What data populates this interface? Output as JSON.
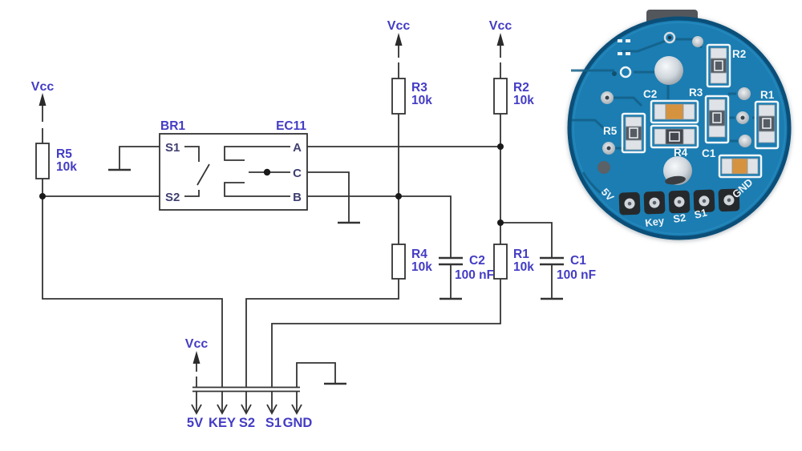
{
  "schematic": {
    "power_net": "Vcc",
    "encoder": {
      "ref": "BR1",
      "part": "EC11",
      "pin_s1": "S1",
      "pin_s2": "S2",
      "pin_a": "A",
      "pin_c": "C",
      "pin_b": "B"
    },
    "r5": {
      "ref": "R5",
      "value": "10k"
    },
    "r3": {
      "ref": "R3",
      "value": "10k"
    },
    "r2": {
      "ref": "R2",
      "value": "10k"
    },
    "r4": {
      "ref": "R4",
      "value": "10k"
    },
    "r1": {
      "ref": "R1",
      "value": "10k"
    },
    "c2": {
      "ref": "C2",
      "value": "100 nF"
    },
    "c1": {
      "ref": "C1",
      "value": "100 nF"
    },
    "connector": {
      "pin1": "5V",
      "pin2": "KEY",
      "pin3": "S2",
      "pin4": "S1",
      "pin5": "GND"
    }
  },
  "pcb": {
    "refs": {
      "r1": "R1",
      "r2": "R2",
      "r3": "R3",
      "r4": "R4",
      "r5": "R5",
      "c1": "C1",
      "c2": "C2"
    },
    "pins": {
      "p5v": "5V",
      "key": "Key",
      "s2": "S2",
      "s1": "S1",
      "gnd": "GND"
    }
  },
  "colors": {
    "wire": "#333333",
    "label_blue": "#433cc4",
    "pcb_blue": "#1b7db2",
    "pcb_edge": "#0b4f79",
    "silkscreen": "#f2f6f8",
    "solder": "#c9ced4",
    "capacitor_body": "#d6933f"
  }
}
